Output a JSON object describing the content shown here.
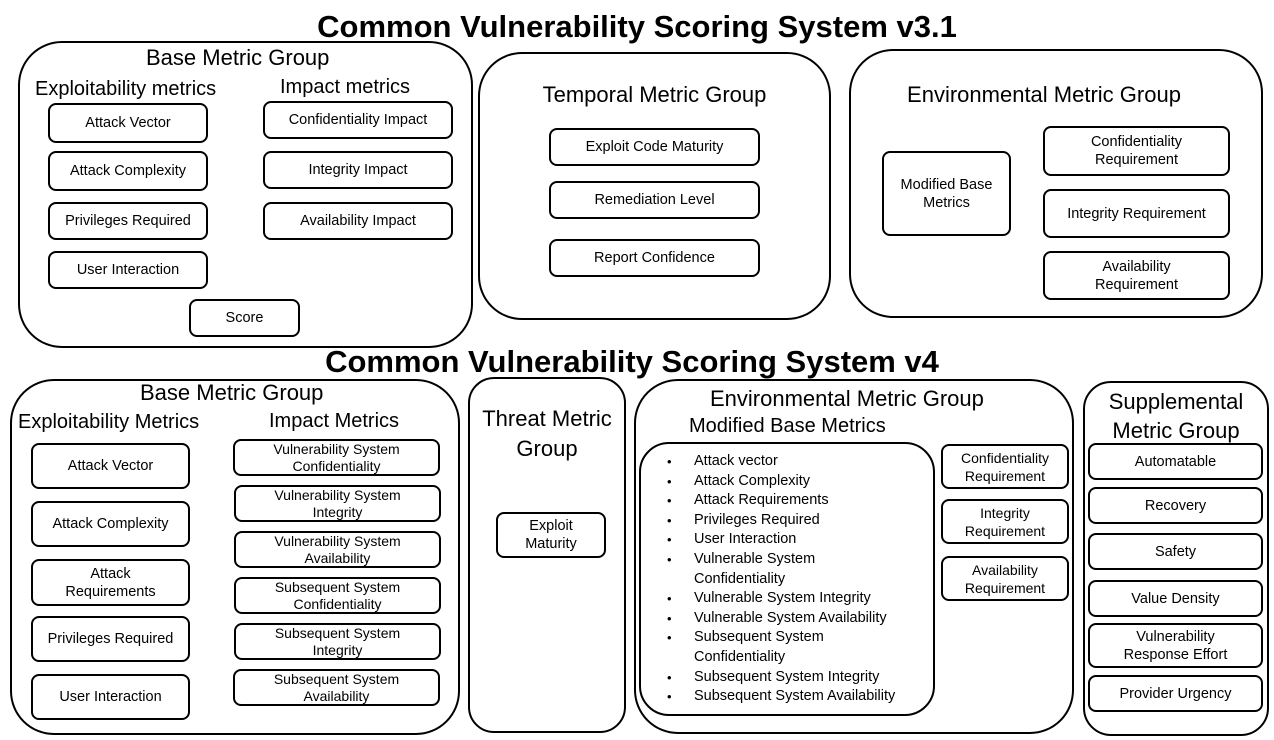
{
  "v31": {
    "title": "Common Vulnerability Scoring System v3.1",
    "base": {
      "heading": "Base Metric Group",
      "exploitability_heading": "Exploitability metrics",
      "impact_heading": "Impact metrics",
      "exploitability": [
        "Attack Vector",
        "Attack Complexity",
        "Privileges Required",
        "User Interaction"
      ],
      "impact": [
        "Confidentiality Impact",
        "Integrity Impact",
        "Availability Impact"
      ],
      "score": "Score"
    },
    "temporal": {
      "heading": "Temporal Metric Group",
      "items": [
        "Exploit Code Maturity",
        "Remediation Level",
        "Report Confidence"
      ]
    },
    "environmental": {
      "heading": "Environmental Metric Group",
      "modified": "Modified Base Metrics",
      "requirements": [
        "Confidentiality Requirement",
        "Integrity Requirement",
        "Availability Requirement"
      ]
    }
  },
  "v4": {
    "title": "Common Vulnerability Scoring System v4",
    "base": {
      "heading": "Base Metric Group",
      "exploitability_heading": "Exploitability Metrics",
      "impact_heading": "Impact Metrics",
      "exploitability": [
        "Attack Vector",
        "Attack Complexity",
        "Attack Requirements",
        "Privileges Required",
        "User Interaction"
      ],
      "impact": [
        "Vulnerability System Confidentiality",
        "Vulnerability System Integrity",
        "Vulnerability System Availability",
        "Subsequent System Confidentiality",
        "Subsequent System Integrity",
        "Subsequent System Availability"
      ]
    },
    "threat": {
      "heading": "Threat Metric Group",
      "items": [
        "Exploit Maturity"
      ]
    },
    "environmental": {
      "heading": "Environmental Metric Group",
      "modified_heading": "Modified Base Metrics",
      "modified_list": [
        "Attack vector",
        "Attack Complexity",
        "Attack Requirements",
        "Privileges Required",
        "User Interaction",
        "Vulnerable System Confidentiality",
        "Vulnerable System Integrity",
        "Vulnerable System Availability",
        "Subsequent System Confidentiality",
        "Subsequent System Integrity",
        "Subsequent System Availability"
      ],
      "requirements": [
        "Confidentiality Requirement",
        "Integrity Requirement",
        "Availability Requirement"
      ]
    },
    "supplemental": {
      "heading": "Supplemental Metric Group",
      "items": [
        "Automatable",
        "Recovery",
        "Safety",
        "Value Density",
        "Vulnerability Response Effort",
        "Provider Urgency"
      ]
    }
  }
}
